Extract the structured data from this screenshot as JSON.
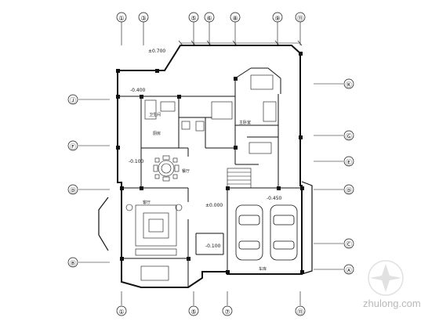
{
  "axes": {
    "top": [
      "①",
      "③",
      "⑤",
      "⑥",
      "⑧",
      "⑨",
      "⑪"
    ],
    "bottom": [
      "①",
      "⑤",
      "⑦",
      "⑪"
    ],
    "left": [
      "Ⓙ",
      "Ⓕ",
      "Ⓓ",
      "Ⓑ"
    ],
    "right": [
      "Ⓚ",
      "Ⓖ",
      "Ⓔ",
      "Ⓓ",
      "Ⓒ",
      "Ⓐ"
    ]
  },
  "levels": [
    "±0.700",
    "-0.400",
    "-0.100",
    "±0.000",
    "-0.450",
    "-0.100"
  ],
  "rooms": [
    "卫生间",
    "主卧室",
    "客厅",
    "厨房",
    "餐厅",
    "车库"
  ],
  "watermark": "zhulong.com"
}
